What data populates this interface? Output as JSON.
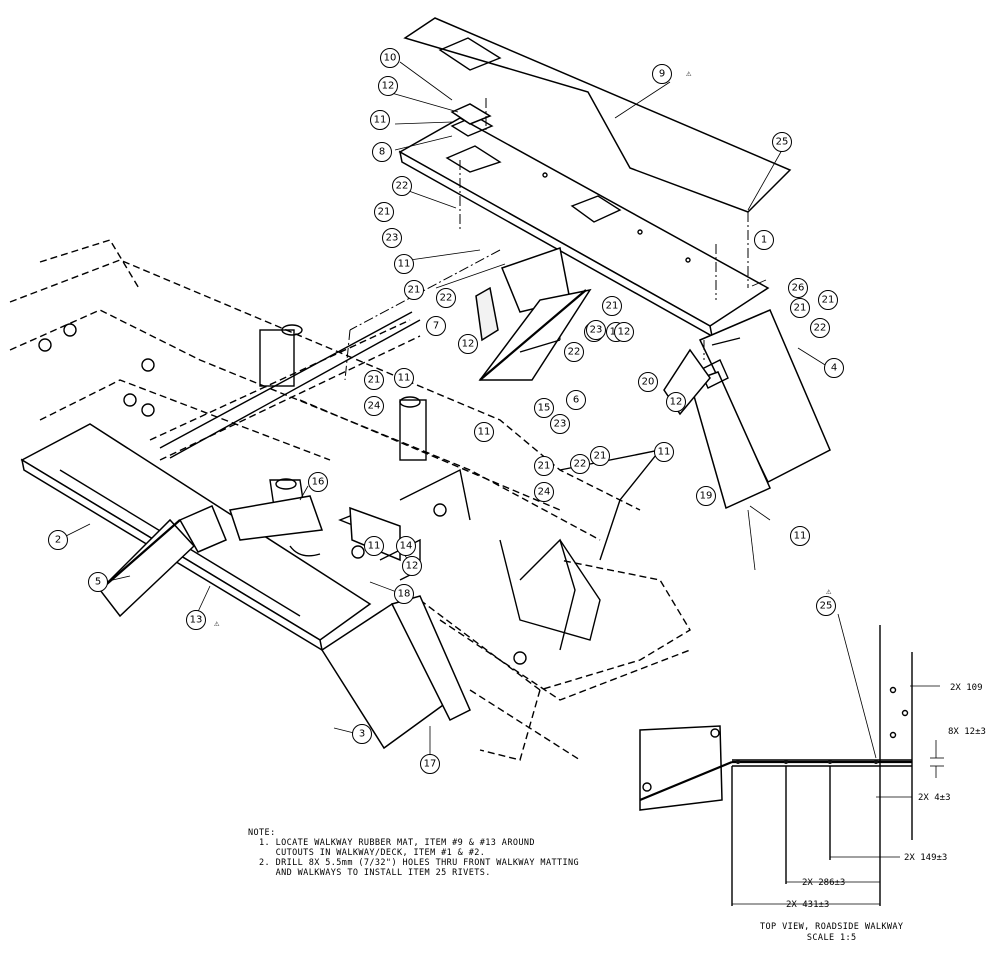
{
  "callouts": [
    {
      "id": "1",
      "text": "1"
    },
    {
      "id": "2",
      "text": "2"
    },
    {
      "id": "3",
      "text": "3"
    },
    {
      "id": "4",
      "text": "4"
    },
    {
      "id": "5",
      "text": "5"
    },
    {
      "id": "6",
      "text": "6"
    },
    {
      "id": "7",
      "text": "7"
    },
    {
      "id": "8",
      "text": "8"
    },
    {
      "id": "9",
      "text": "9"
    },
    {
      "id": "10",
      "text": "10"
    },
    {
      "id": "11",
      "text": "11"
    },
    {
      "id": "12",
      "text": "12"
    },
    {
      "id": "13",
      "text": "13"
    },
    {
      "id": "14",
      "text": "14"
    },
    {
      "id": "15",
      "text": "15"
    },
    {
      "id": "16",
      "text": "16"
    },
    {
      "id": "17",
      "text": "17"
    },
    {
      "id": "18",
      "text": "18"
    },
    {
      "id": "19",
      "text": "19"
    },
    {
      "id": "20",
      "text": "20"
    },
    {
      "id": "21",
      "text": "21"
    },
    {
      "id": "22",
      "text": "22"
    },
    {
      "id": "23",
      "text": "23"
    },
    {
      "id": "24",
      "text": "24"
    },
    {
      "id": "25",
      "text": "25"
    },
    {
      "id": "26",
      "text": "26"
    }
  ],
  "revision_mark": "⚠",
  "dimensions": {
    "d109": "2X 109",
    "d12": "8X 12±3",
    "d4": "2X 4±3",
    "d149": "2X 149±3",
    "d286": "2X 286±3",
    "d431": "2X 431±3"
  },
  "note": {
    "heading": "NOTE:",
    "line1": "  1. LOCATE WALKWAY RUBBER MAT, ITEM #9 & #13 AROUND",
    "line2": "     CUTOUTS IN WALKWAY/DECK, ITEM #1 & #2.",
    "line3": "  2. DRILL 8X 5.5mm (7/32\") HOLES THRU FRONT WALKWAY MATTING",
    "line4": "     AND WALKWAYS TO INSTALL ITEM 25 RIVETS."
  },
  "view_caption": {
    "title": "TOP VIEW, ROADSIDE WALKWAY",
    "scale": "SCALE  1:5"
  }
}
